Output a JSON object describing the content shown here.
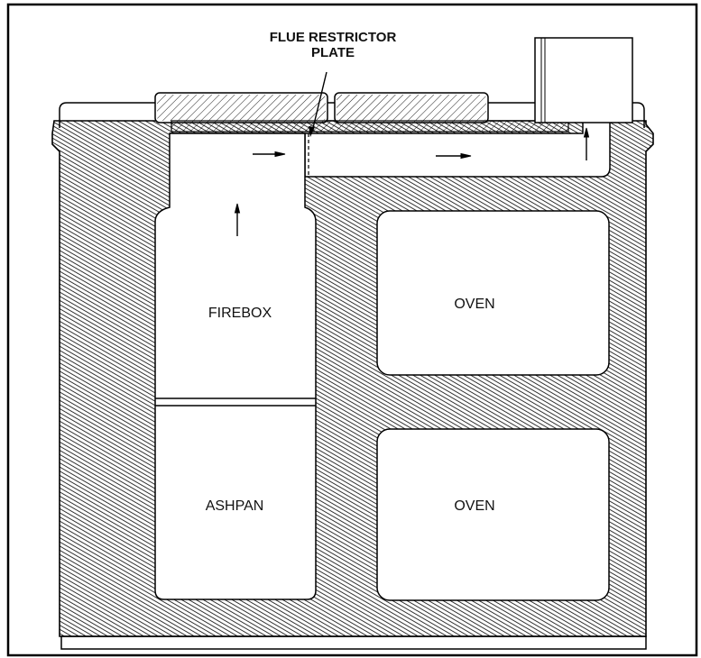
{
  "callout": {
    "line1": "FLUE RESTRICTOR",
    "line2": "PLATE"
  },
  "compartments": {
    "firebox": "FIREBOX",
    "ashpan": "ASHPAN",
    "oven_upper": "OVEN",
    "oven_lower": "OVEN"
  },
  "colors": {
    "hatch": "#000000",
    "background": "#ffffff",
    "frame": "#000000"
  },
  "flow_arrows": [
    "up-firebox",
    "right-upper-left",
    "right-upper-mid",
    "up-chimney"
  ]
}
